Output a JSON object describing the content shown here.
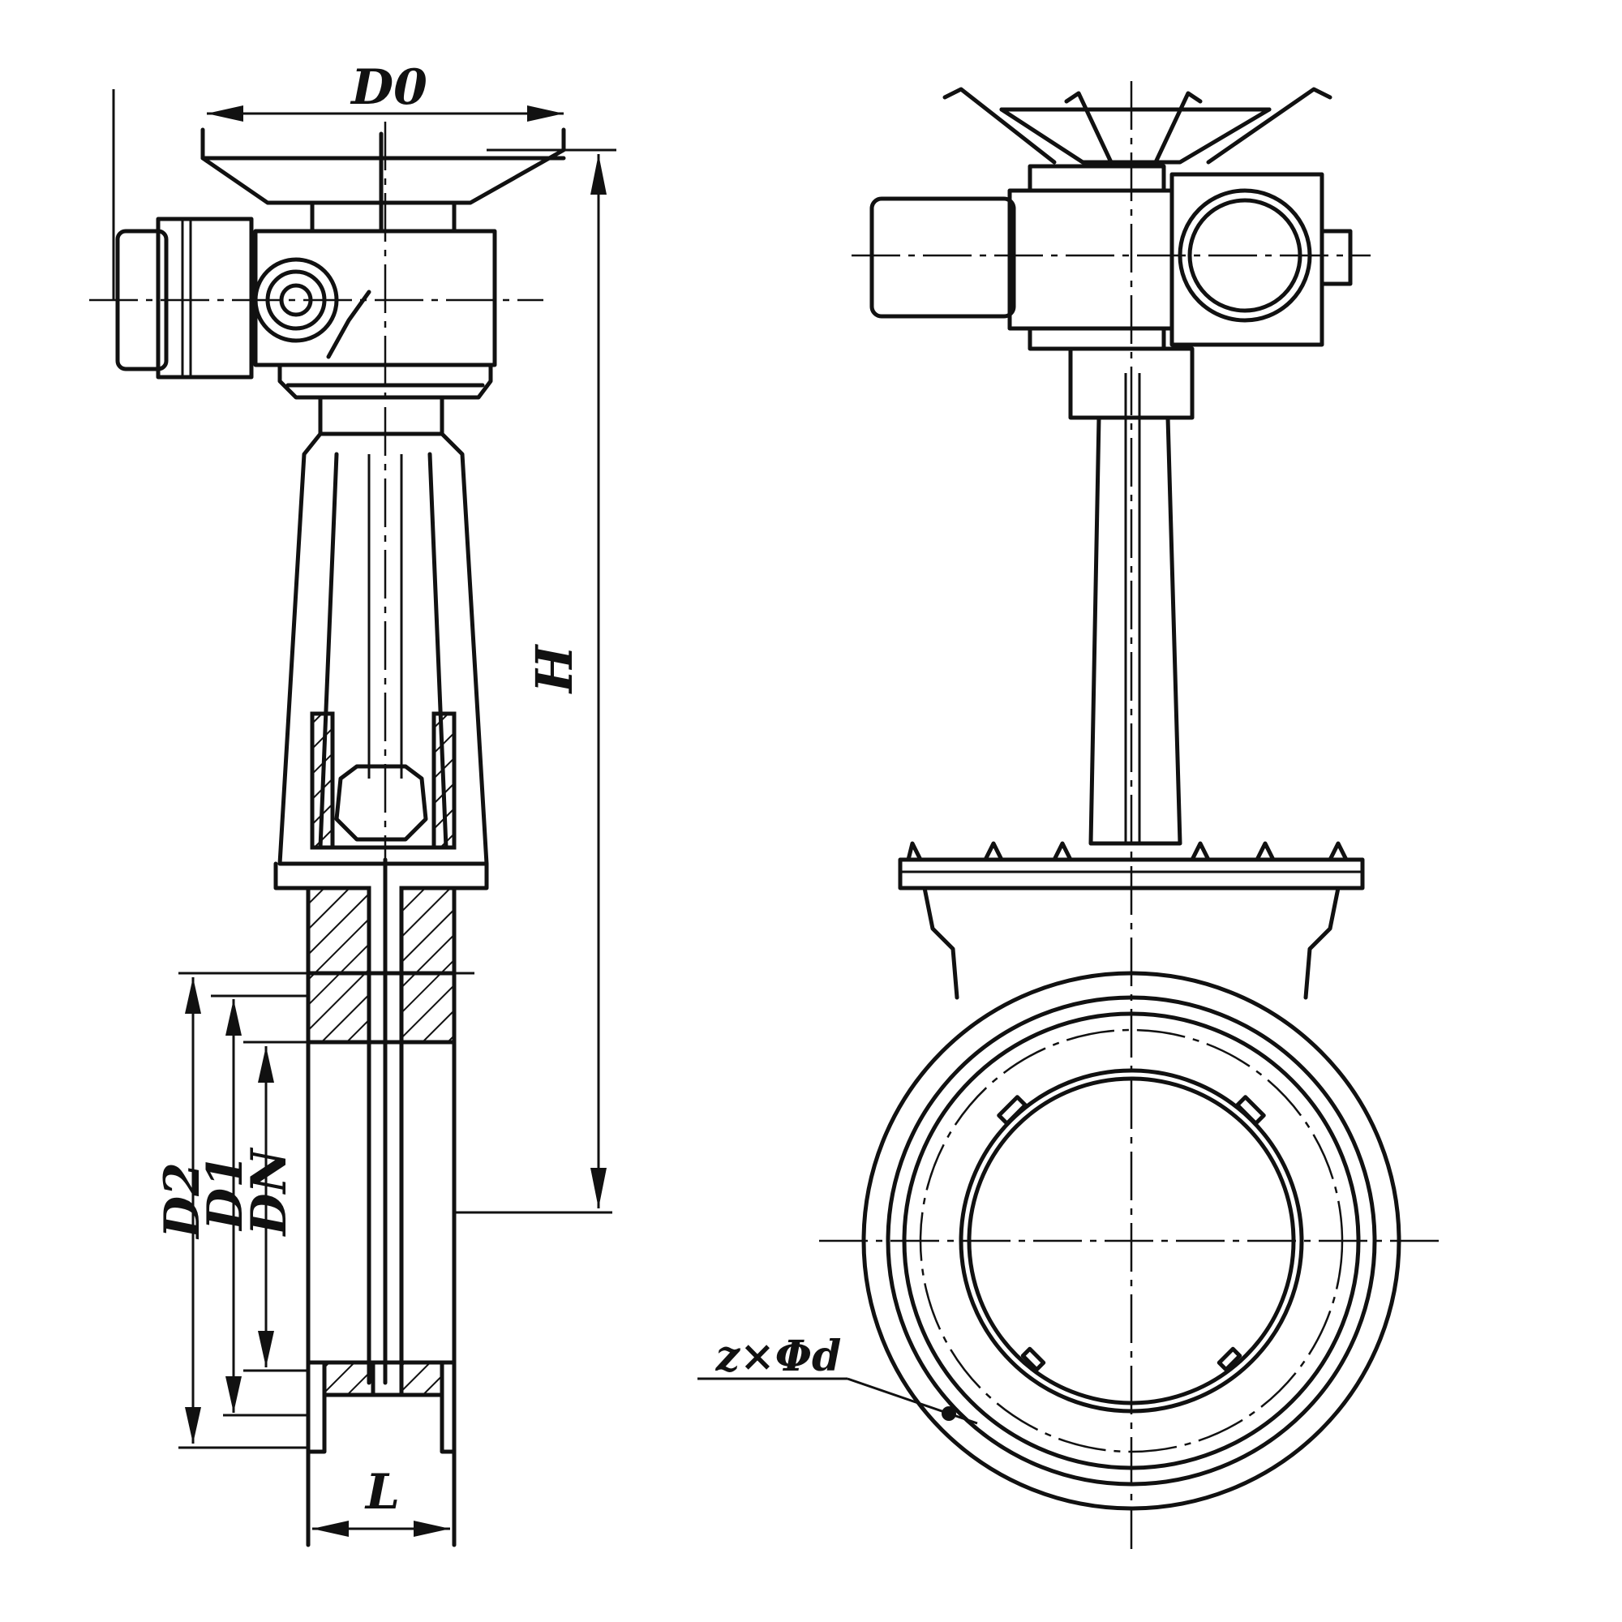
{
  "labels": {
    "d0": "D0",
    "h": "H",
    "d2": "D2",
    "d1": "D1",
    "dn": "DN",
    "l": "L",
    "bolt": "z×Φd"
  }
}
